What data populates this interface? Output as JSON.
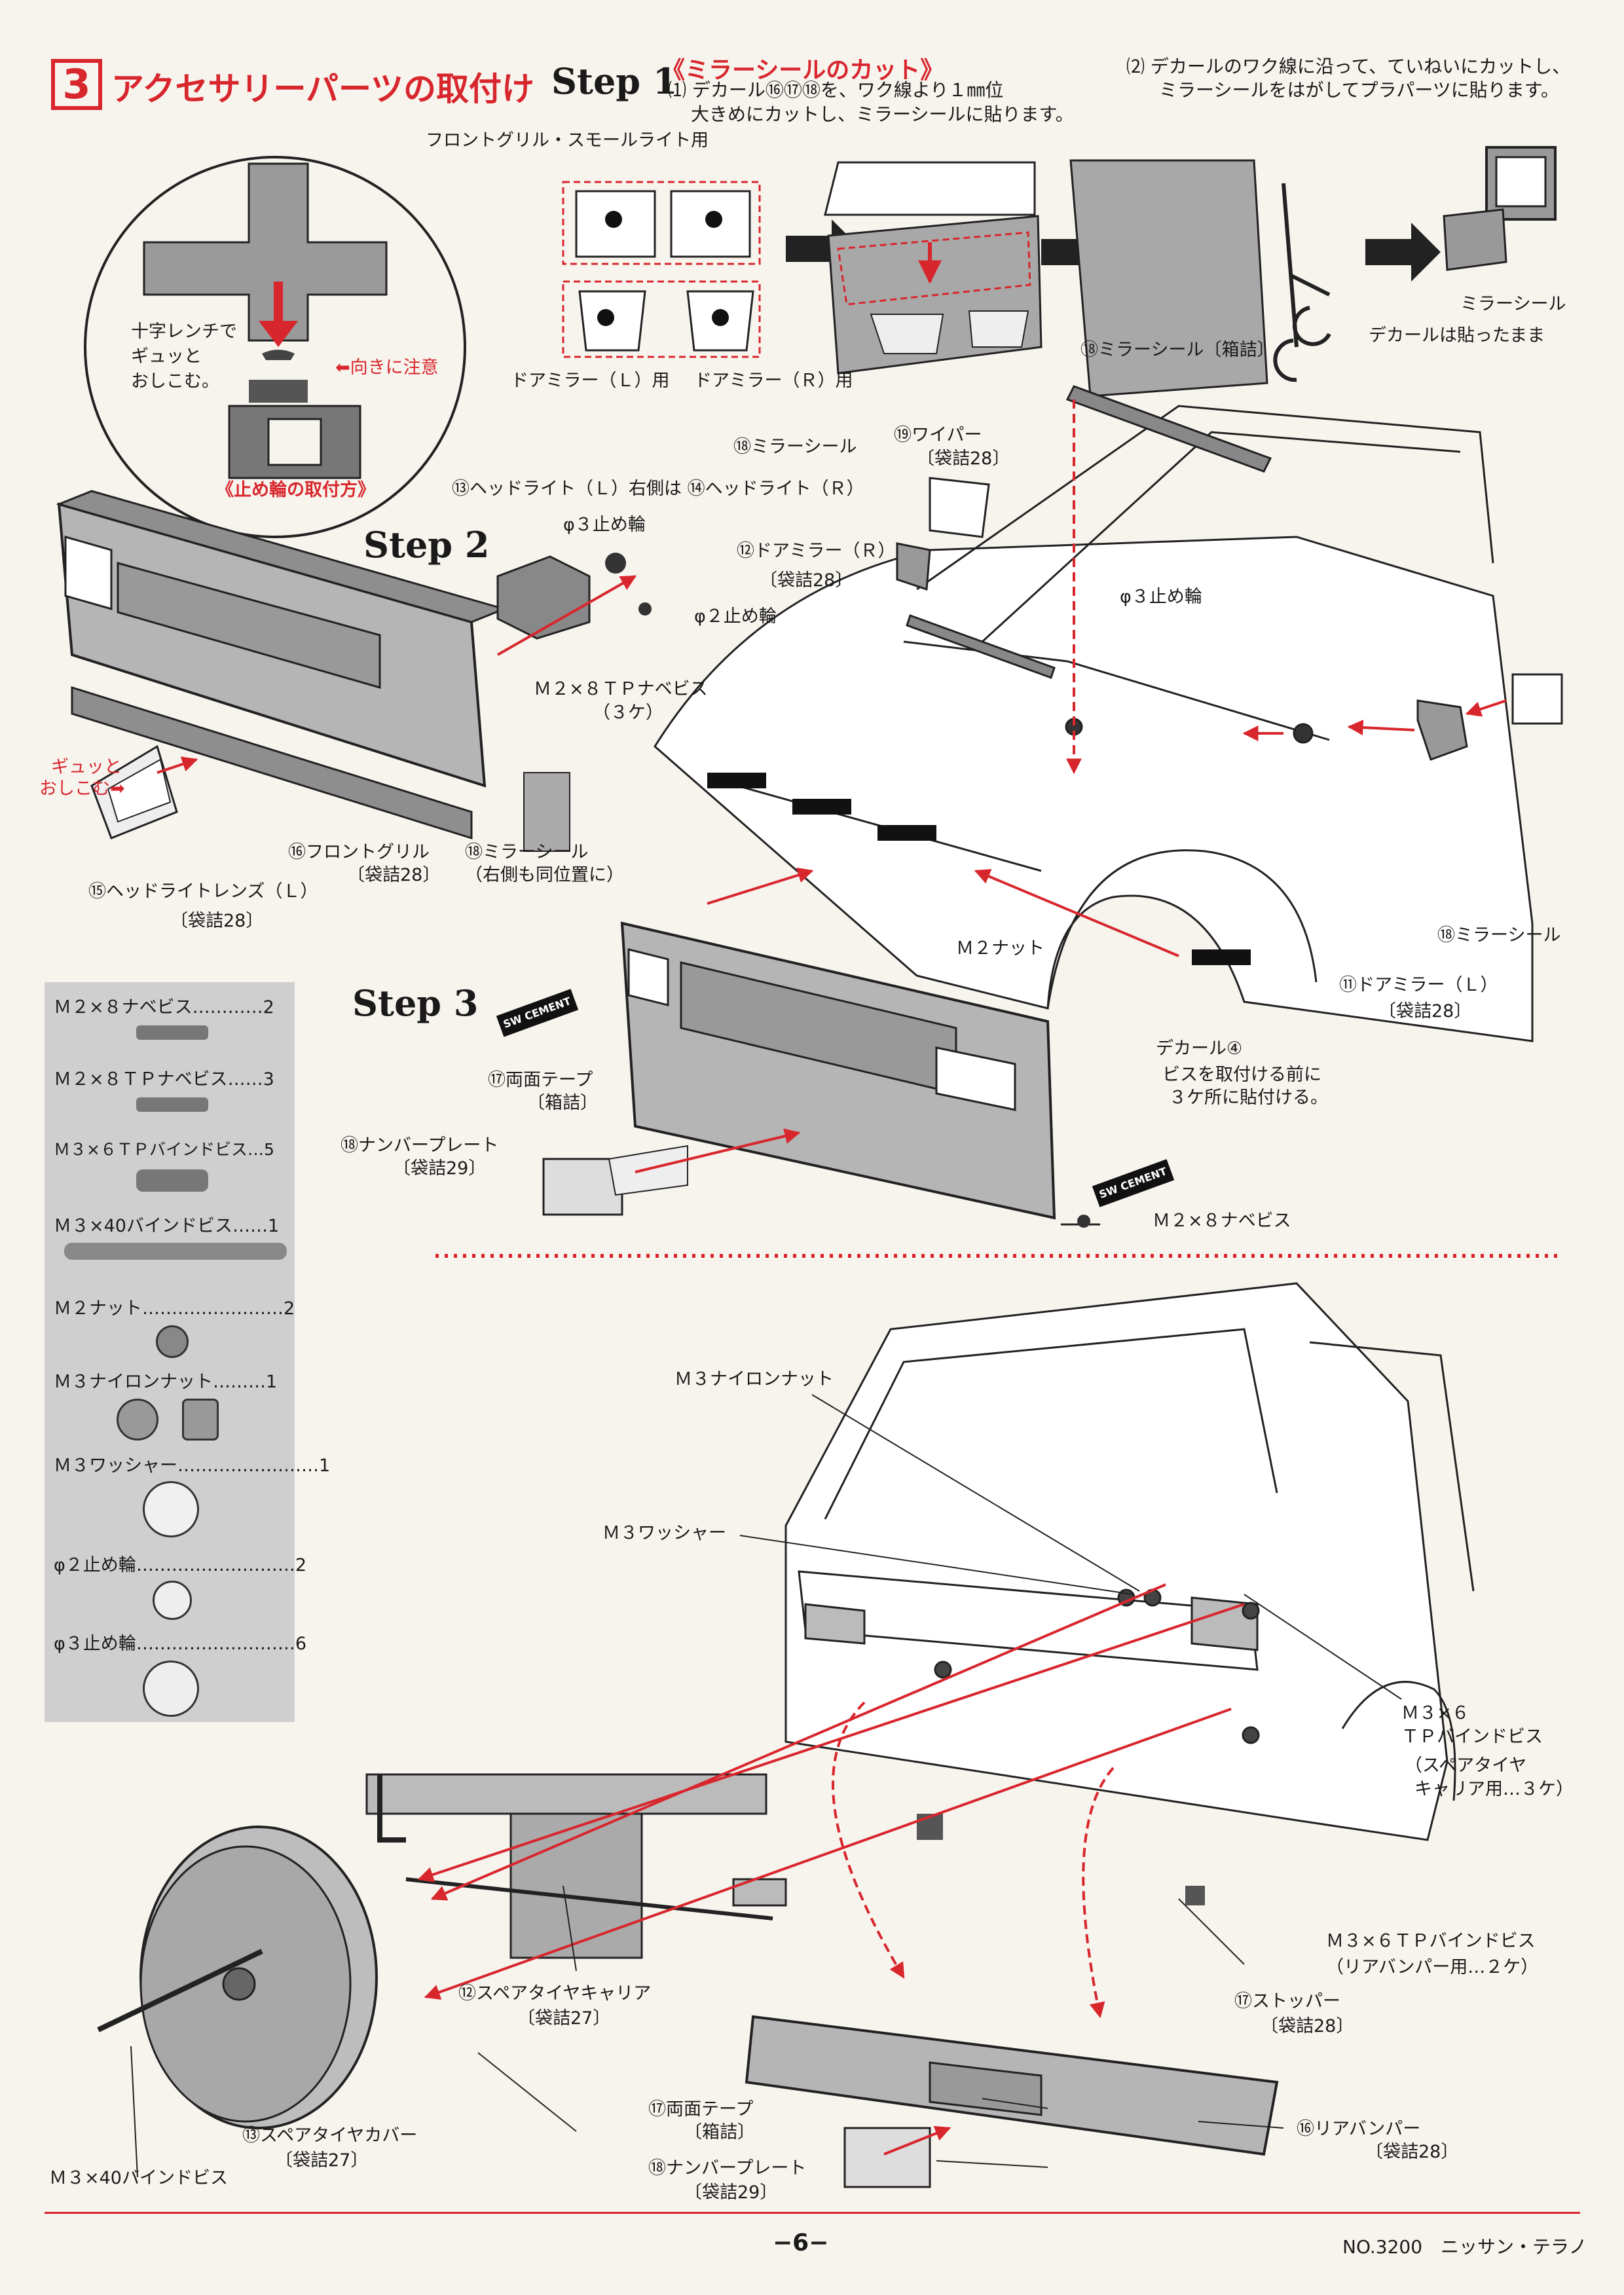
{
  "header": {
    "section_number": "3",
    "section_title": "アクセサリーパーツの取付け"
  },
  "step1": {
    "label": "Step 1",
    "subtitle": "《ミラーシールのカット》",
    "note1_line1": "⑴ デカール⑯⑰⑱を、ワク線より１㎜位",
    "note1_line2": "大きめにカットし、ミラーシールに貼ります。",
    "note2_line1": "⑵ デカールのワク線に沿って、ていねいにカットし、",
    "note2_line2": "ミラーシールをはがしてプラパーツに貼ります。",
    "grille_light_label": "フロントグリル・スモールライト用",
    "decal16": "⑯",
    "decal17": "⑰",
    "decal18": "⑱",
    "door_mirror_l": "ドアミラー（Ｌ）用",
    "door_mirror_r": "ドアミラー（Ｒ）用",
    "mirror_seal_box": "⑱ミラーシール〔箱詰〕",
    "mirror_seal": "ミラーシール",
    "decal_stays": "デカールは貼ったまま"
  },
  "circle": {
    "text_line1": "十字レンチで",
    "text_line2": "ギュッと",
    "text_line3": "おしこむ。",
    "orientation": "向きに注意",
    "caption": "《止め輪の取付方》"
  },
  "step2": {
    "label": "Step 2",
    "headlight": "⑬ヘッドライト（Ｌ）右側は ⑭ヘッドライト（Ｒ）",
    "ring3": "φ３止め輪",
    "ring2": "φ２止め輪",
    "push": "ギュッと",
    "push2": "おしこむ",
    "front_grille": "⑯フロントグリル",
    "front_grille_bag": "〔袋詰28〕",
    "lens": "⑮ヘッドライトレンズ（Ｌ）",
    "lens_bag": "〔袋詰28〕",
    "mirror_seal": "⑱ミラーシール",
    "mirror_seal_note": "（右側も同位置に）",
    "screws": "Ｍ２×８ＴＰナベビス",
    "screws_qty": "（３ケ）"
  },
  "body_labels": {
    "mirror_seal_top": "⑱ミラーシール",
    "wiper": "⑲ワイパー",
    "wiper_bag": "〔袋詰28〕",
    "door_mirror_r": "⑫ドアミラー（Ｒ）",
    "door_mirror_r_bag": "〔袋詰28〕",
    "ring3": "φ３止め輪",
    "mirror_seal_right": "⑱ミラーシール",
    "door_mirror_l": "⑪ドアミラー（Ｌ）",
    "door_mirror_l_bag": "〔袋詰28〕",
    "decal4": "デカール④",
    "decal4_note1": "ビスを取付ける前に",
    "decal4_note2": "３ケ所に貼付ける。",
    "m2nut": "Ｍ２ナット"
  },
  "step3": {
    "label": "Step 3",
    "tape": "⑰両面テープ",
    "tape_box": "〔箱詰〕",
    "plate": "⑱ナンバープレート",
    "plate_bag": "〔袋詰29〕",
    "screw": "Ｍ２×８ナベビス",
    "cement": "SW CEMENT"
  },
  "parts_list": [
    {
      "name": "Ｍ２×８ナベビス",
      "qty": "2"
    },
    {
      "name": "Ｍ２×８ＴＰナベビス",
      "qty": "3"
    },
    {
      "name": "Ｍ３×６ＴＰバインドビス",
      "qty": "5"
    },
    {
      "name": "Ｍ３×40バインドビス",
      "qty": "1"
    },
    {
      "name": "Ｍ２ナット",
      "qty": "2"
    },
    {
      "name": "Ｍ３ナイロンナット",
      "qty": "1"
    },
    {
      "name": "Ｍ３ワッシャー",
      "qty": "1"
    },
    {
      "name": "φ２止め輪",
      "qty": "2"
    },
    {
      "name": "φ３止め輪",
      "qty": "6"
    }
  ],
  "rear": {
    "nylon_nut": "Ｍ３ナイロンナット",
    "washer": "Ｍ３ワッシャー",
    "tp_bind_1": "Ｍ３×６",
    "tp_bind_2": "ＴＰバインドビス",
    "tp_bind_3": "（スペアタイヤ",
    "tp_bind_4": "キャリア用…３ケ）",
    "tp_bind_bumper": "Ｍ３×６ＴＰバインドビス",
    "tp_bind_bumper2": "（リアバンパー用…２ケ）",
    "stopper": "⑰ストッパー",
    "stopper_bag": "〔袋詰28〕",
    "carrier": "⑫スペアタイヤキャリア",
    "carrier_bag": "〔袋詰27〕",
    "tire_cover": "⑬スペアタイヤカバー",
    "tire_cover_bag": "〔袋詰27〕",
    "long_screw": "Ｍ３×40バインドビス",
    "tape": "⑰両面テープ",
    "tape_box": "〔箱詰〕",
    "plate": "⑱ナンバープレート",
    "plate_bag": "〔袋詰29〕",
    "bumper": "⑯リアバンパー",
    "bumper_bag": "〔袋詰28〕"
  },
  "footer": {
    "page": "−6−",
    "model": "NO.3200　ニッサン・テラノ"
  }
}
